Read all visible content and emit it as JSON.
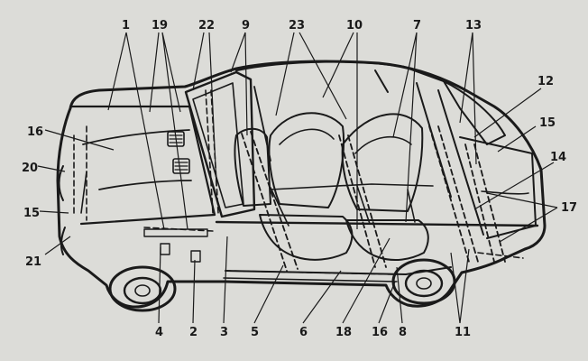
{
  "diagram": {
    "colors": {
      "paper": "#dcdcd8",
      "ink": "#1a1a1a"
    },
    "callouts": {
      "c1": "1",
      "c19": "19",
      "c22": "22",
      "c9": "9",
      "c23": "23",
      "c10": "10",
      "c7": "7",
      "c13": "13",
      "c12": "12",
      "c15r": "15",
      "c14": "14",
      "c17": "17",
      "c16l": "16",
      "c20": "20",
      "c15l": "15",
      "c21": "21",
      "b4": "4",
      "b2": "2",
      "b3": "3",
      "b5": "5",
      "b6": "6",
      "b18": "18",
      "b16": "16",
      "b8": "8",
      "b11": "11"
    }
  }
}
